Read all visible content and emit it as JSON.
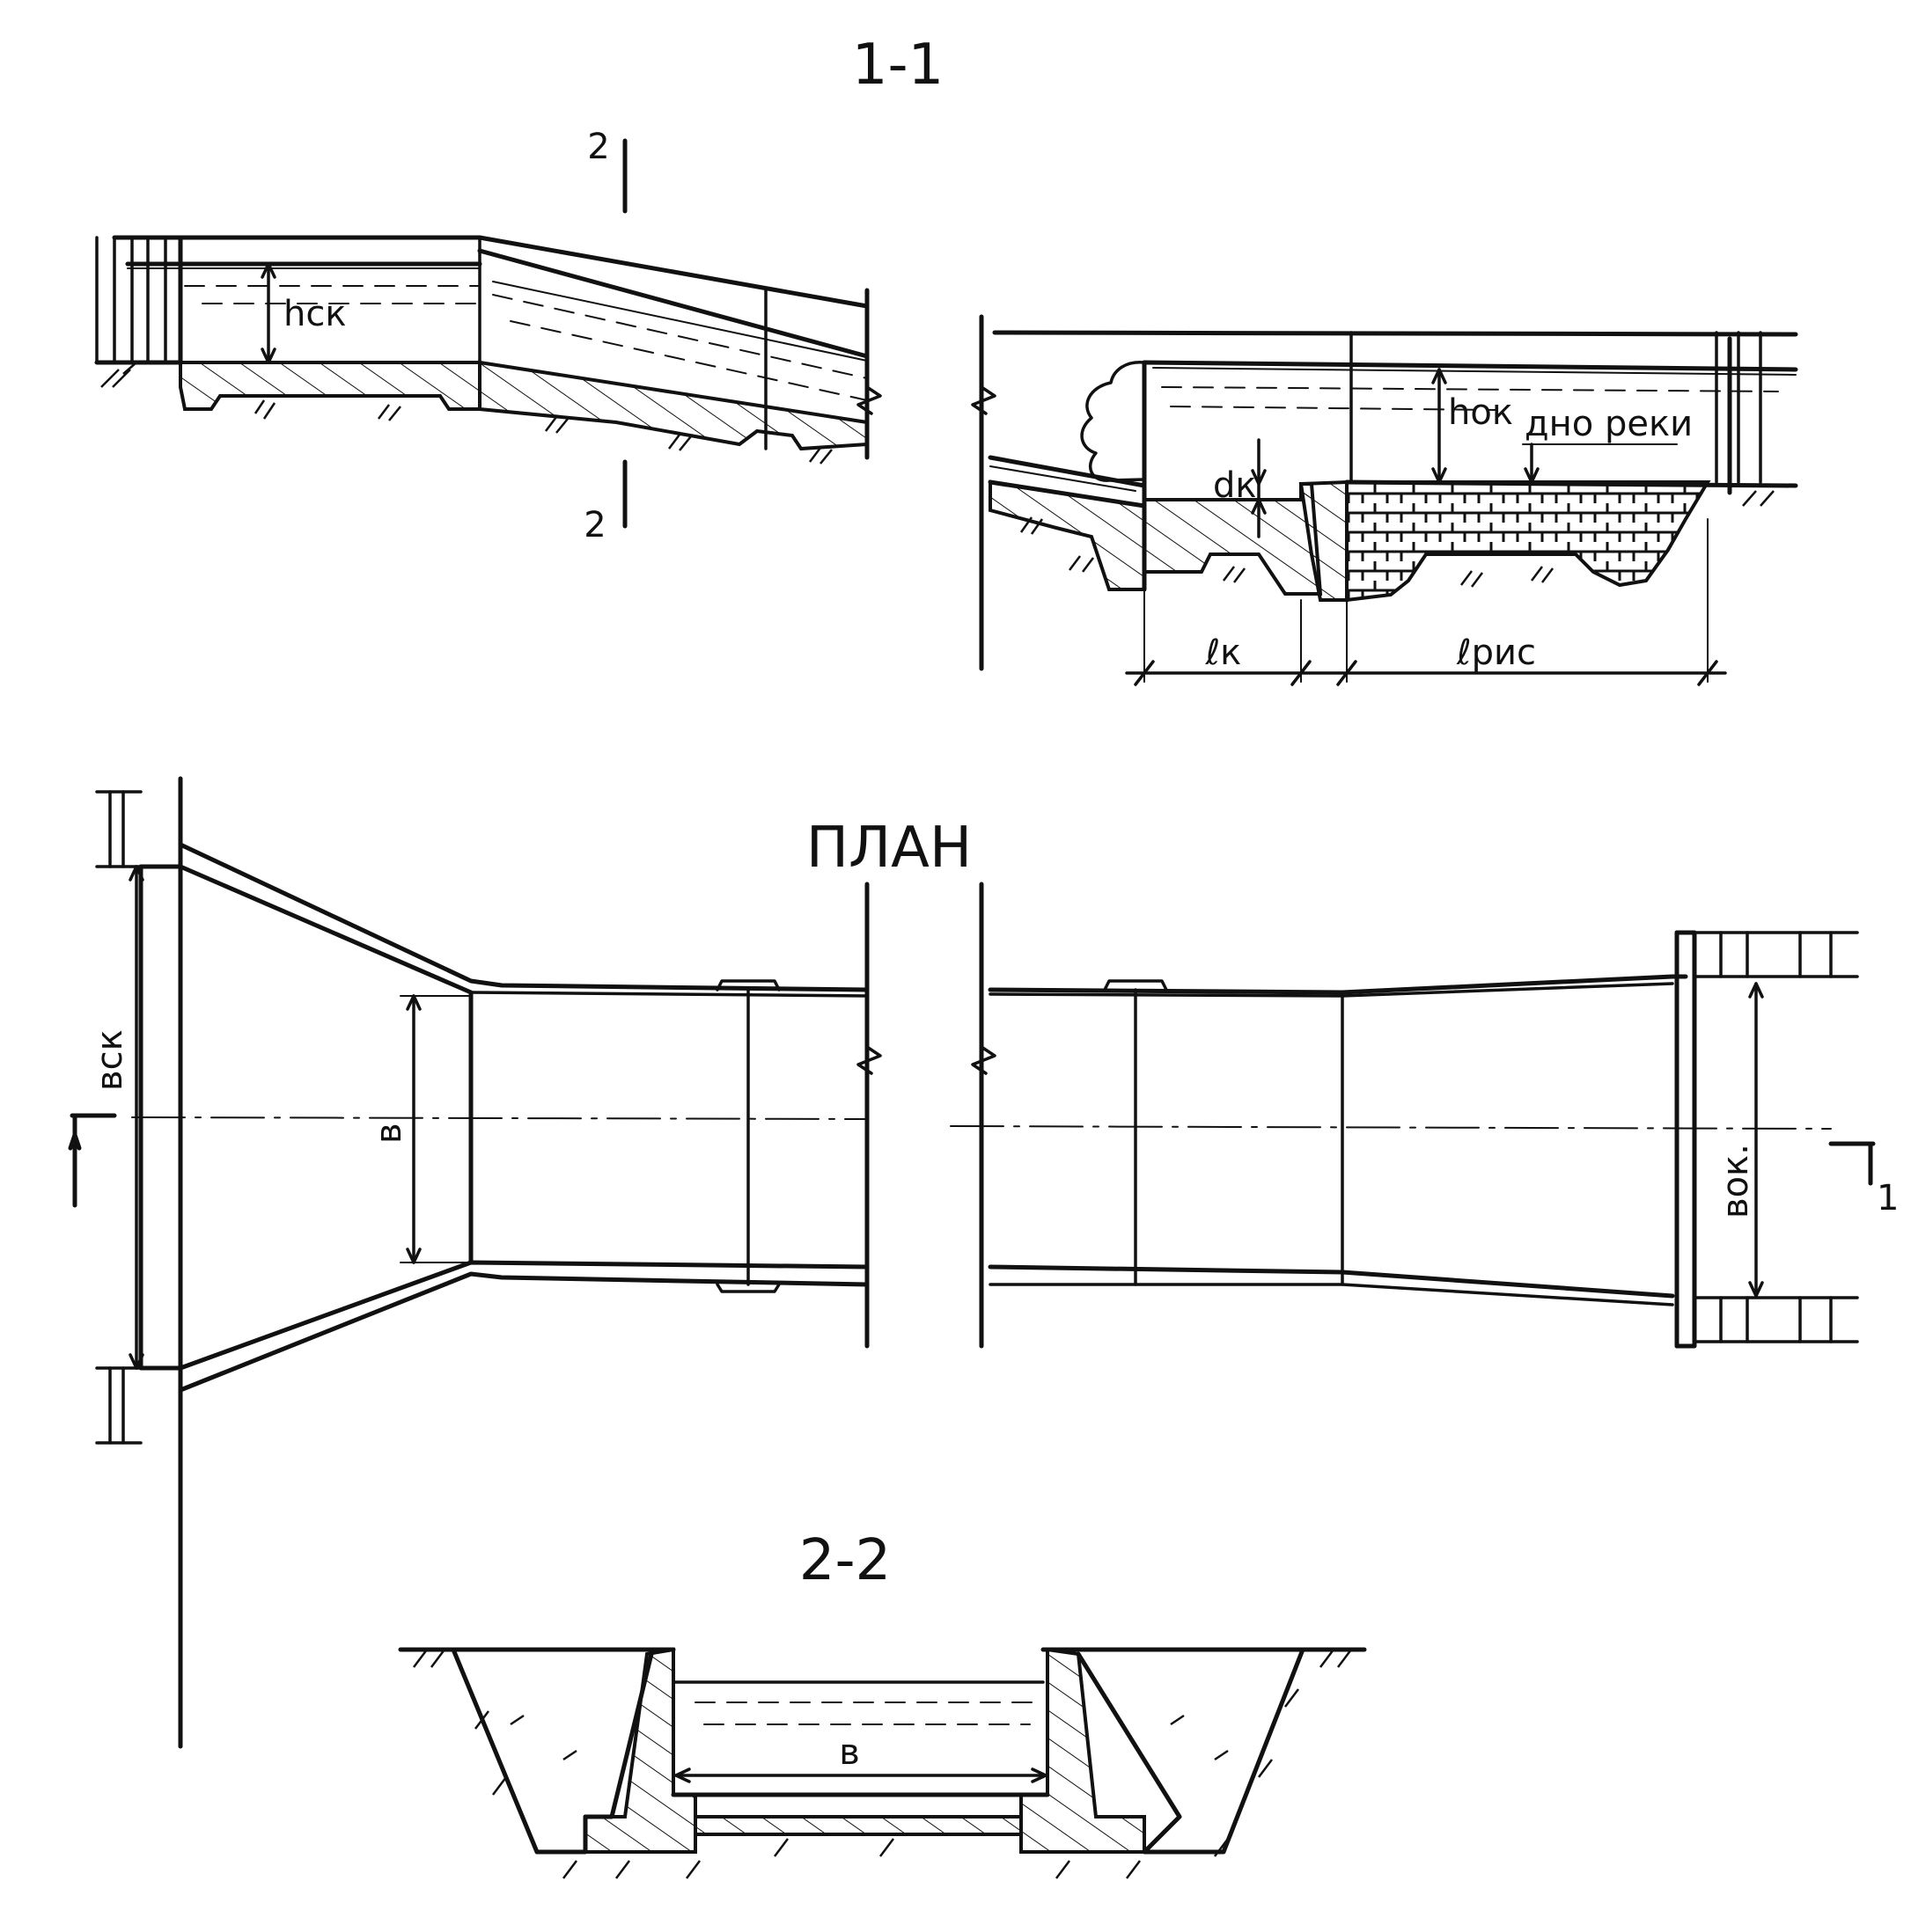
{
  "sections": {
    "section_1_1": {
      "title": "1-1"
    },
    "plan": {
      "title": "ПЛАН"
    },
    "section_2_2": {
      "title": "2-2"
    }
  },
  "markers": {
    "cut2_top": "2",
    "cut2_bottom": "2",
    "cut1_right": "1"
  },
  "labels": {
    "h_ck": "hск",
    "h_ok": "hок",
    "d_k": "dк",
    "river_bottom": "дно реки",
    "l_k": "ℓк",
    "l_ris": "ℓрис",
    "b_ck": "вск",
    "b": "в",
    "b_ok": "вок.",
    "b_section": "в"
  }
}
